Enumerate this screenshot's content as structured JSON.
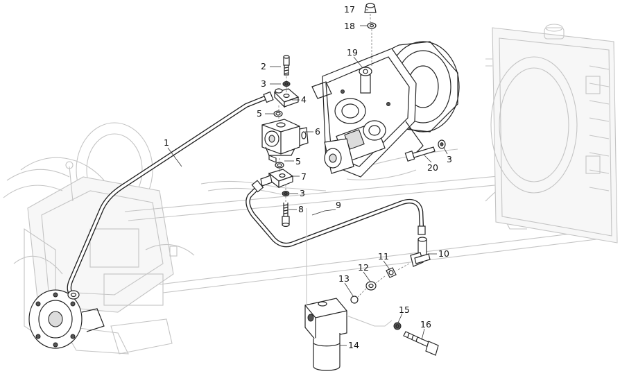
{
  "callouts": {
    "c1": "1",
    "c2": "2",
    "c3a": "3",
    "c3b": "3",
    "c3c": "3",
    "c4": "4",
    "c5a": "5",
    "c5b": "5",
    "c6": "6",
    "c7": "7",
    "c8": "8",
    "c9": "9",
    "c10": "10",
    "c11": "11",
    "c12": "12",
    "c13": "13",
    "c14": "14",
    "c15": "15",
    "c16": "16",
    "c17": "17",
    "c18": "18",
    "c19": "19",
    "c20": "20"
  },
  "colors": {
    "ink": "#222222",
    "ghost": "#c4c4c4",
    "background": "#ffffff"
  }
}
